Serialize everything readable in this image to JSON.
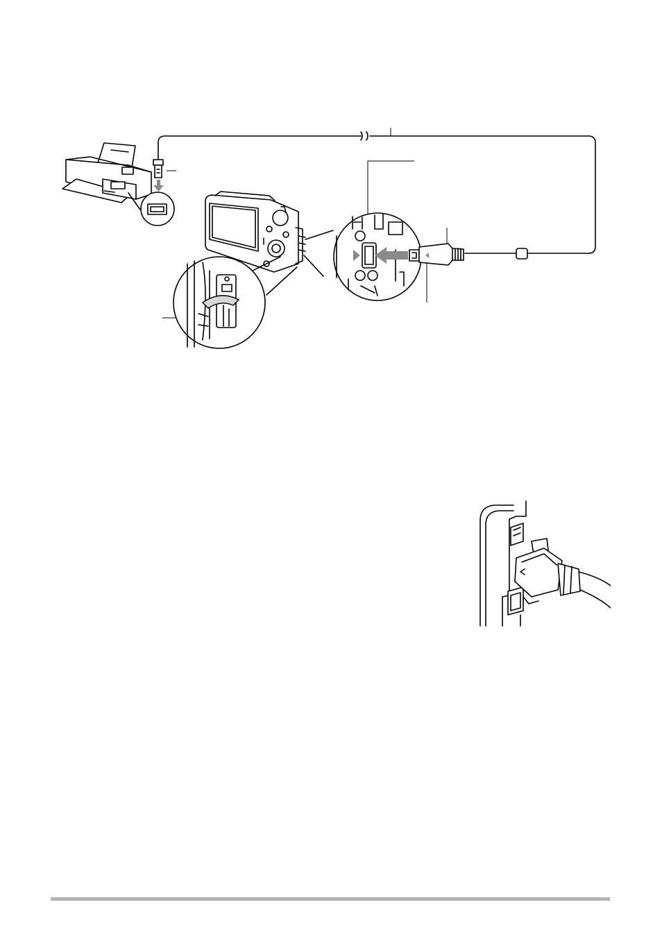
{
  "page": {
    "figure_connection": {
      "items": [
        "printer",
        "usb-cable",
        "camera",
        "port-zoom",
        "cover-zoom"
      ]
    },
    "figure_plug_closeup": {
      "items": [
        "camera-side",
        "usb-plug"
      ]
    },
    "footer": {}
  }
}
